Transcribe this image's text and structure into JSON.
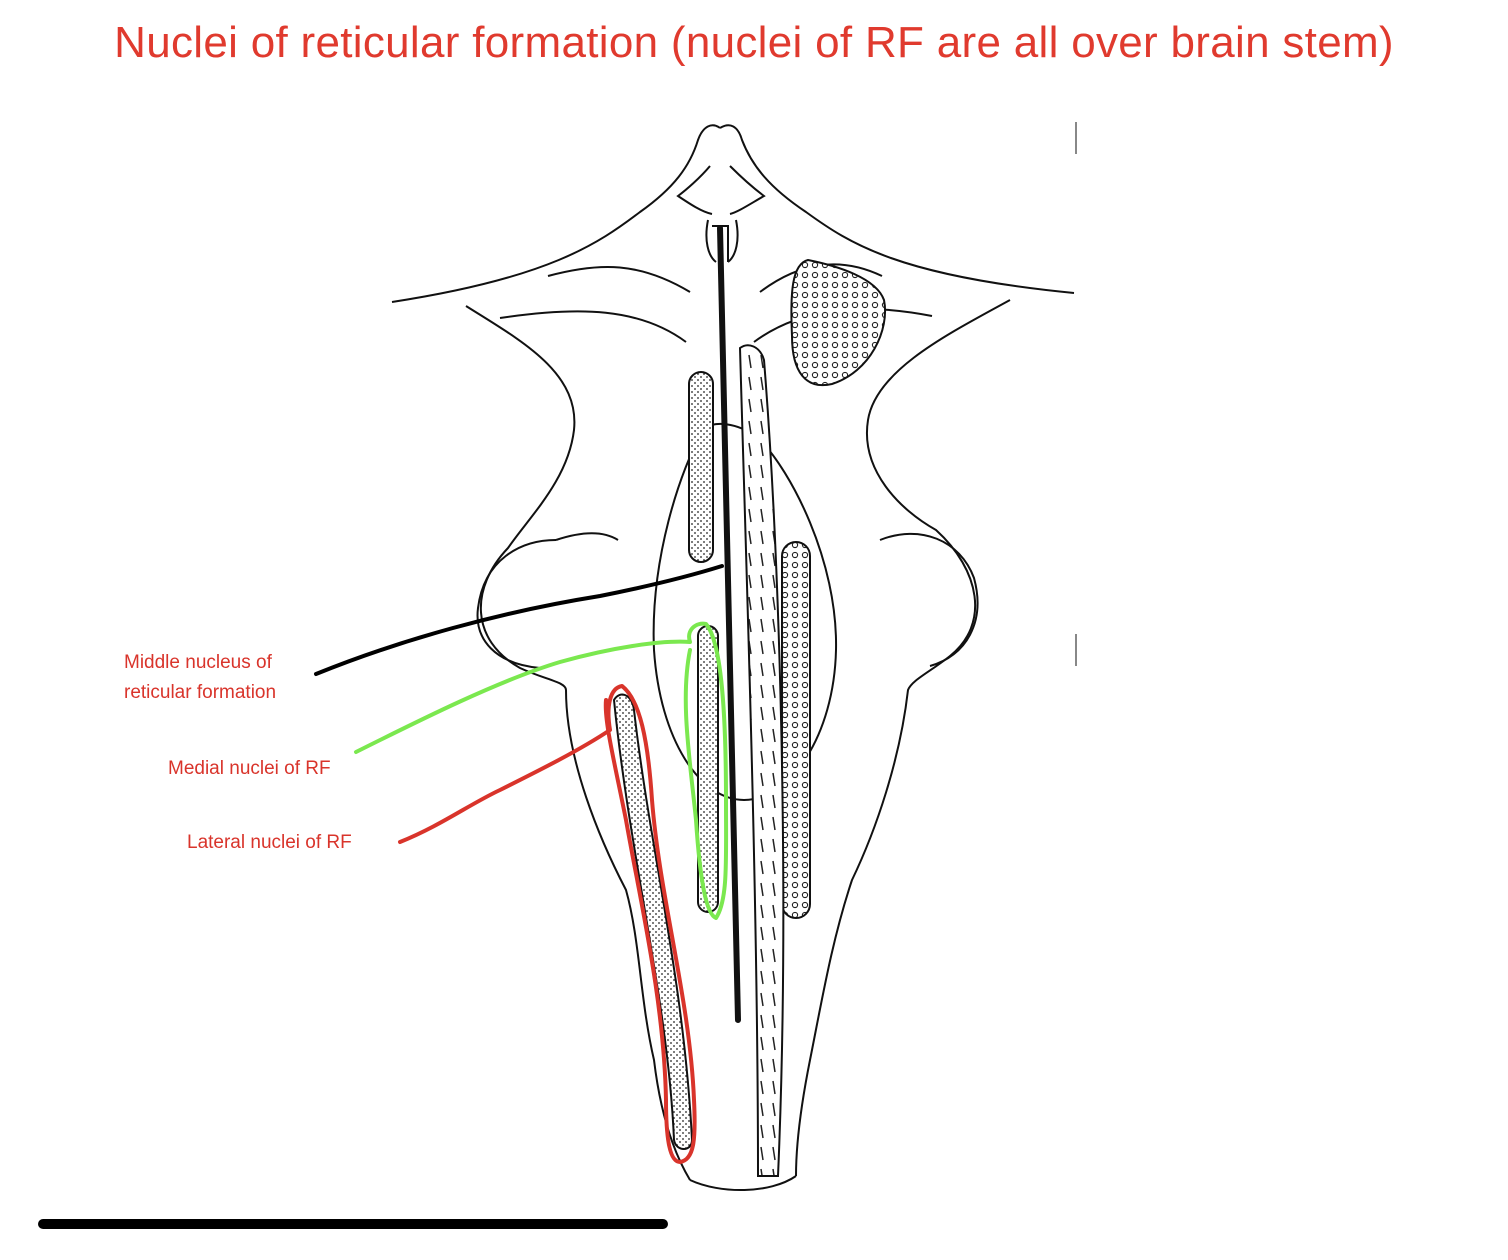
{
  "title": "Nuclei of reticular formation (nuclei of RF are all over brain stem)",
  "labels": {
    "middle_line1": "Middle nucleus of",
    "middle_line2": "reticular formation",
    "medial": "Medial nuclei of RF",
    "lateral": "Lateral nuclei of RF"
  },
  "colors": {
    "title": "#e03a2e",
    "label_text": "#d9342b",
    "middle_leader": "#000000",
    "medial_highlight": "#7be84f",
    "lateral_highlight": "#d9342b",
    "outline": "#111111"
  }
}
